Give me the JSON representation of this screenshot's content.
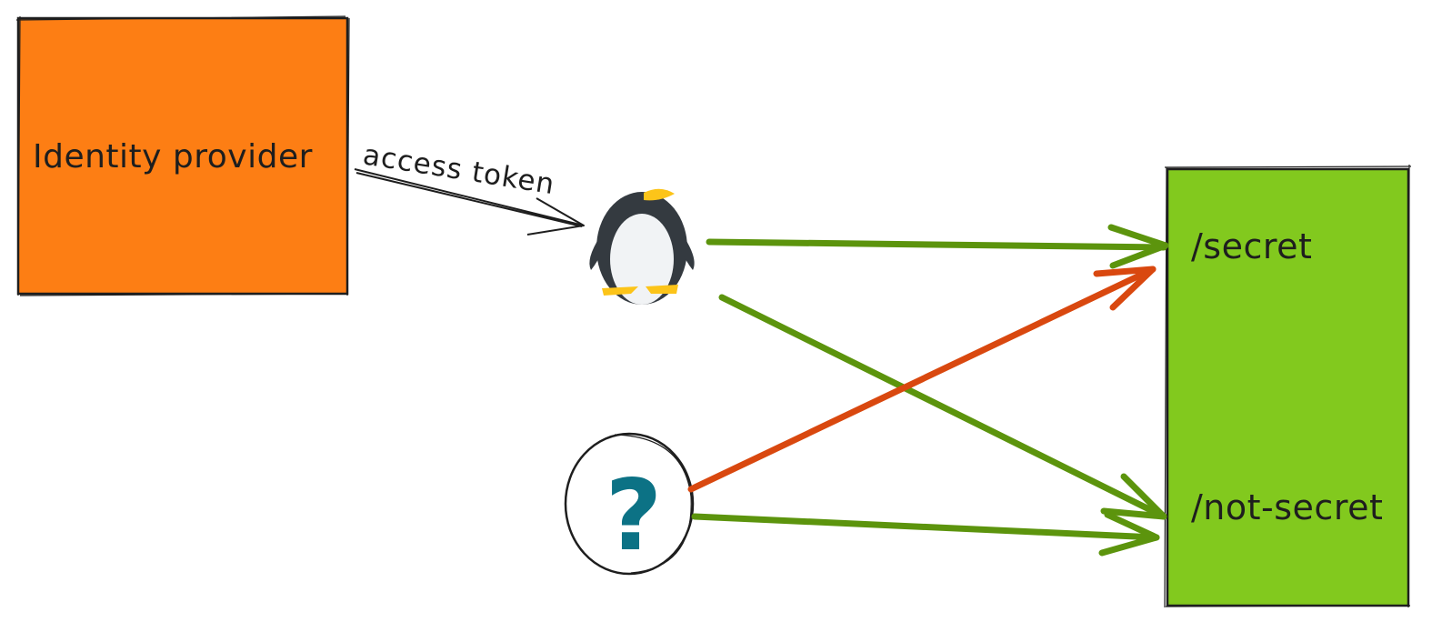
{
  "identity_provider": {
    "label": "Identity provider",
    "fill": "#fd7e14"
  },
  "edge_access_token": {
    "label": "access token"
  },
  "server": {
    "fill": "#82c91e",
    "routes": {
      "secret": "/secret",
      "not_secret": "/not-secret"
    }
  },
  "actors": {
    "authenticated_user": {
      "icon": "penguin-icon"
    },
    "unknown_user": {
      "icon": "question-mark-icon",
      "glyph": "?"
    }
  },
  "colors": {
    "allowed_arrow": "#5c940d",
    "denied_arrow": "#d9480f",
    "question_mark": "#0c7285",
    "stroke": "#1e1e1e"
  }
}
